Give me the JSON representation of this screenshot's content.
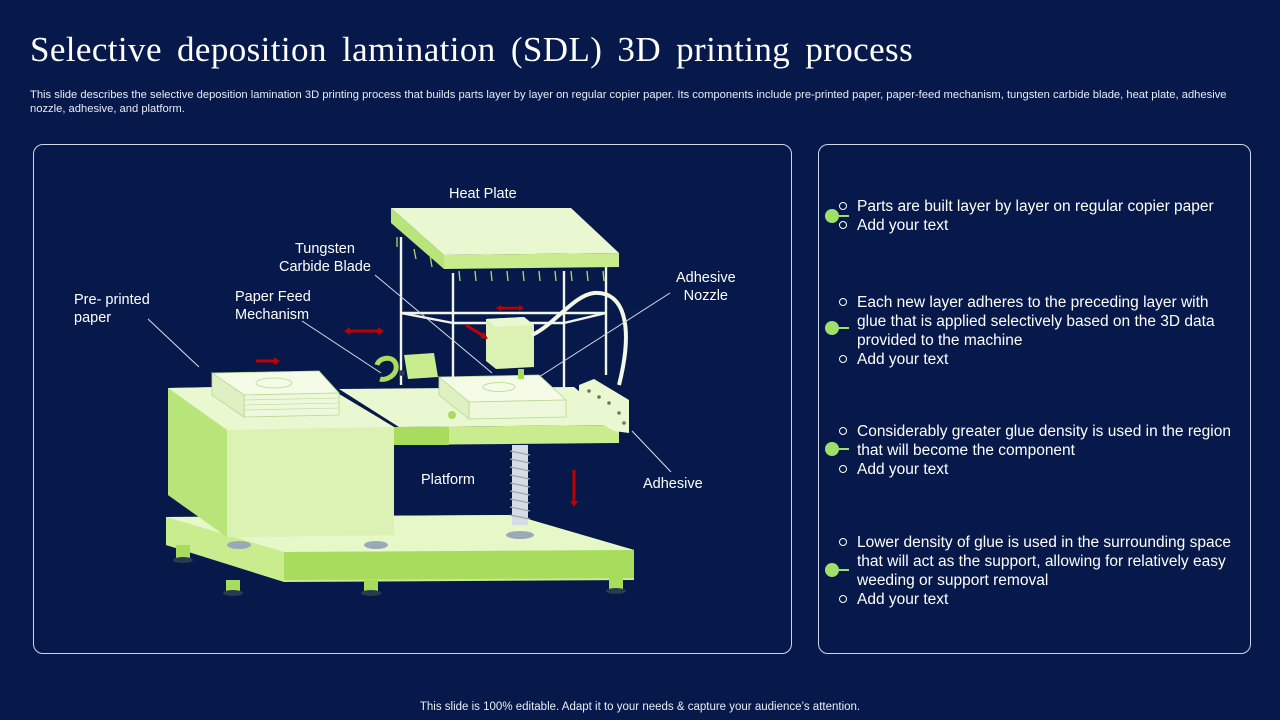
{
  "title": "Selective deposition lamination (SDL) 3D printing process",
  "subtitle": "This slide describes the selective deposition lamination 3D printing process that builds parts layer by layer on regular copier paper. Its components include pre-printed paper, paper-feed mechanism, tungsten carbide blade, heat plate, adhesive nozzle, adhesive, and platform.",
  "diagram": {
    "labels": {
      "heat_plate": "Heat Plate",
      "tungsten_blade_line1": "Tungsten",
      "tungsten_blade_line2": "Carbide Blade",
      "adhesive_nozzle_line1": "Adhesive",
      "adhesive_nozzle_line2": "Nozzle",
      "preprinted_line1": "Pre- printed",
      "preprinted_line2": "paper",
      "paper_feed_line1": "Paper Feed",
      "paper_feed_line2": "Mechanism",
      "platform": "Platform",
      "adhesive": "Adhesive"
    },
    "colors": {
      "machine_light": "#e6f7c8",
      "machine_mid": "#c9ec8e",
      "machine_green": "#a8dc5c",
      "arrow_red": "#c00000"
    }
  },
  "points": [
    {
      "lines": [
        "Parts are built layer by layer on regular copier paper",
        "Add your text"
      ]
    },
    {
      "lines": [
        "Each new layer adheres to the preceding layer with glue that is applied selectively based on the 3D data provided to the machine",
        "Add your text"
      ]
    },
    {
      "lines": [
        "Considerably greater glue density is used in the region that will become the component",
        "Add your text"
      ]
    },
    {
      "lines": [
        "Lower density of glue is used in the surrounding space that will act as the support, allowing for relatively easy weeding or support removal",
        "Add your text"
      ]
    }
  ],
  "footer": "This slide is 100% editable. Adapt it to your needs & capture your audience’s attention."
}
